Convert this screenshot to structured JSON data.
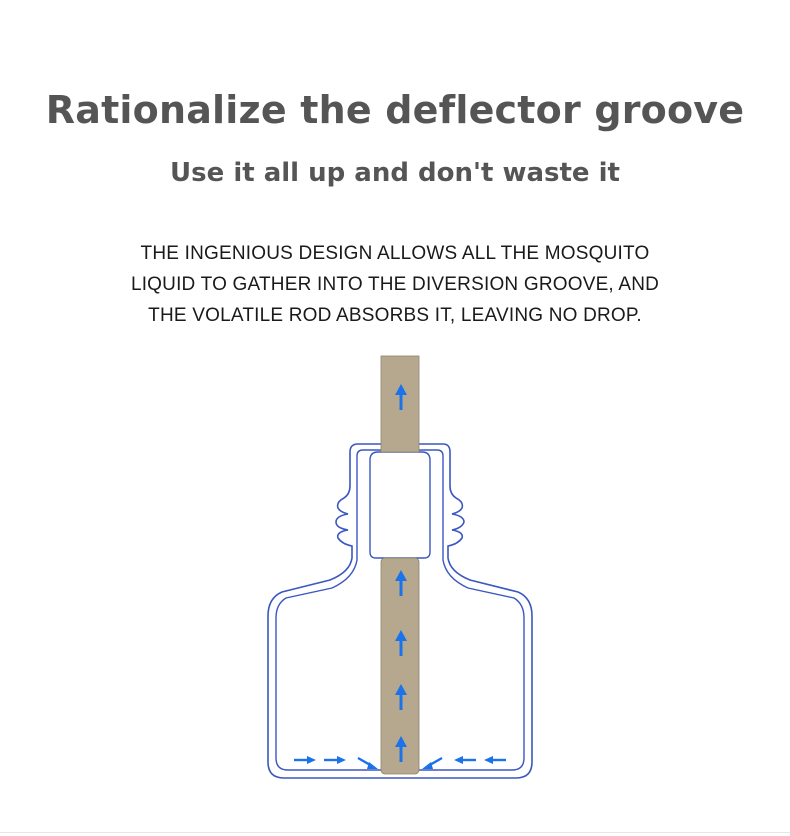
{
  "title": "Rationalize the deflector groove",
  "subtitle": "Use it all up and don't waste it",
  "description": {
    "line1": "THE INGENIOUS DESIGN ALLOWS ALL THE MOSQUITO",
    "line2": "LIQUID TO GATHER INTO THE DIVERSION GROOVE, AND",
    "line3": "THE VOLATILE ROD ABSORBS IT, LEAVING NO DROP."
  },
  "colors": {
    "heading": "#555555",
    "body_text": "#1a1a1a",
    "bottle_outline": "#3a57c2",
    "rod": "#b5a88f",
    "arrow": "#1a73e8"
  },
  "icons": {
    "up_arrow": "up-arrow-icon",
    "right_arrow": "right-arrow-icon",
    "left_arrow": "left-arrow-icon"
  }
}
